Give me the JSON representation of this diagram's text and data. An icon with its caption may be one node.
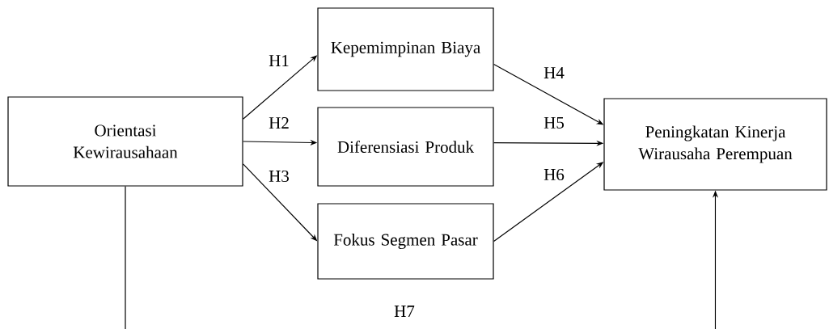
{
  "diagram": {
    "nodes": [
      {
        "text": [
          "Orientasi Kewirausahaan"
        ]
      },
      {
        "text": [
          "Kepemimpinan Biaya"
        ]
      },
      {
        "text": [
          "Diferensiasi Produk"
        ]
      },
      {
        "text": [
          "Fokus Segmen Pasar"
        ]
      },
      {
        "text": [
          "Peningkatan Kinerja Wirausaha Perempuan"
        ]
      }
    ],
    "edges": [
      {
        "from": 0,
        "to": 1,
        "arrow": "to",
        "label": "H1"
      },
      {
        "from": 0,
        "to": 2,
        "arrow": "to",
        "label": "H2"
      },
      {
        "from": 0,
        "to": 3,
        "arrow": "to",
        "label": "H3"
      },
      {
        "from": 1,
        "to": 4,
        "arrow": "to",
        "label": "H4"
      },
      {
        "from": 2,
        "to": 4,
        "arrow": "to",
        "label": "H5"
      },
      {
        "from": 3,
        "to": 4,
        "arrow": "to",
        "label": "H6"
      },
      {
        "from": 0,
        "to": 4,
        "arrow": "to",
        "label": "H7"
      }
    ]
  }
}
